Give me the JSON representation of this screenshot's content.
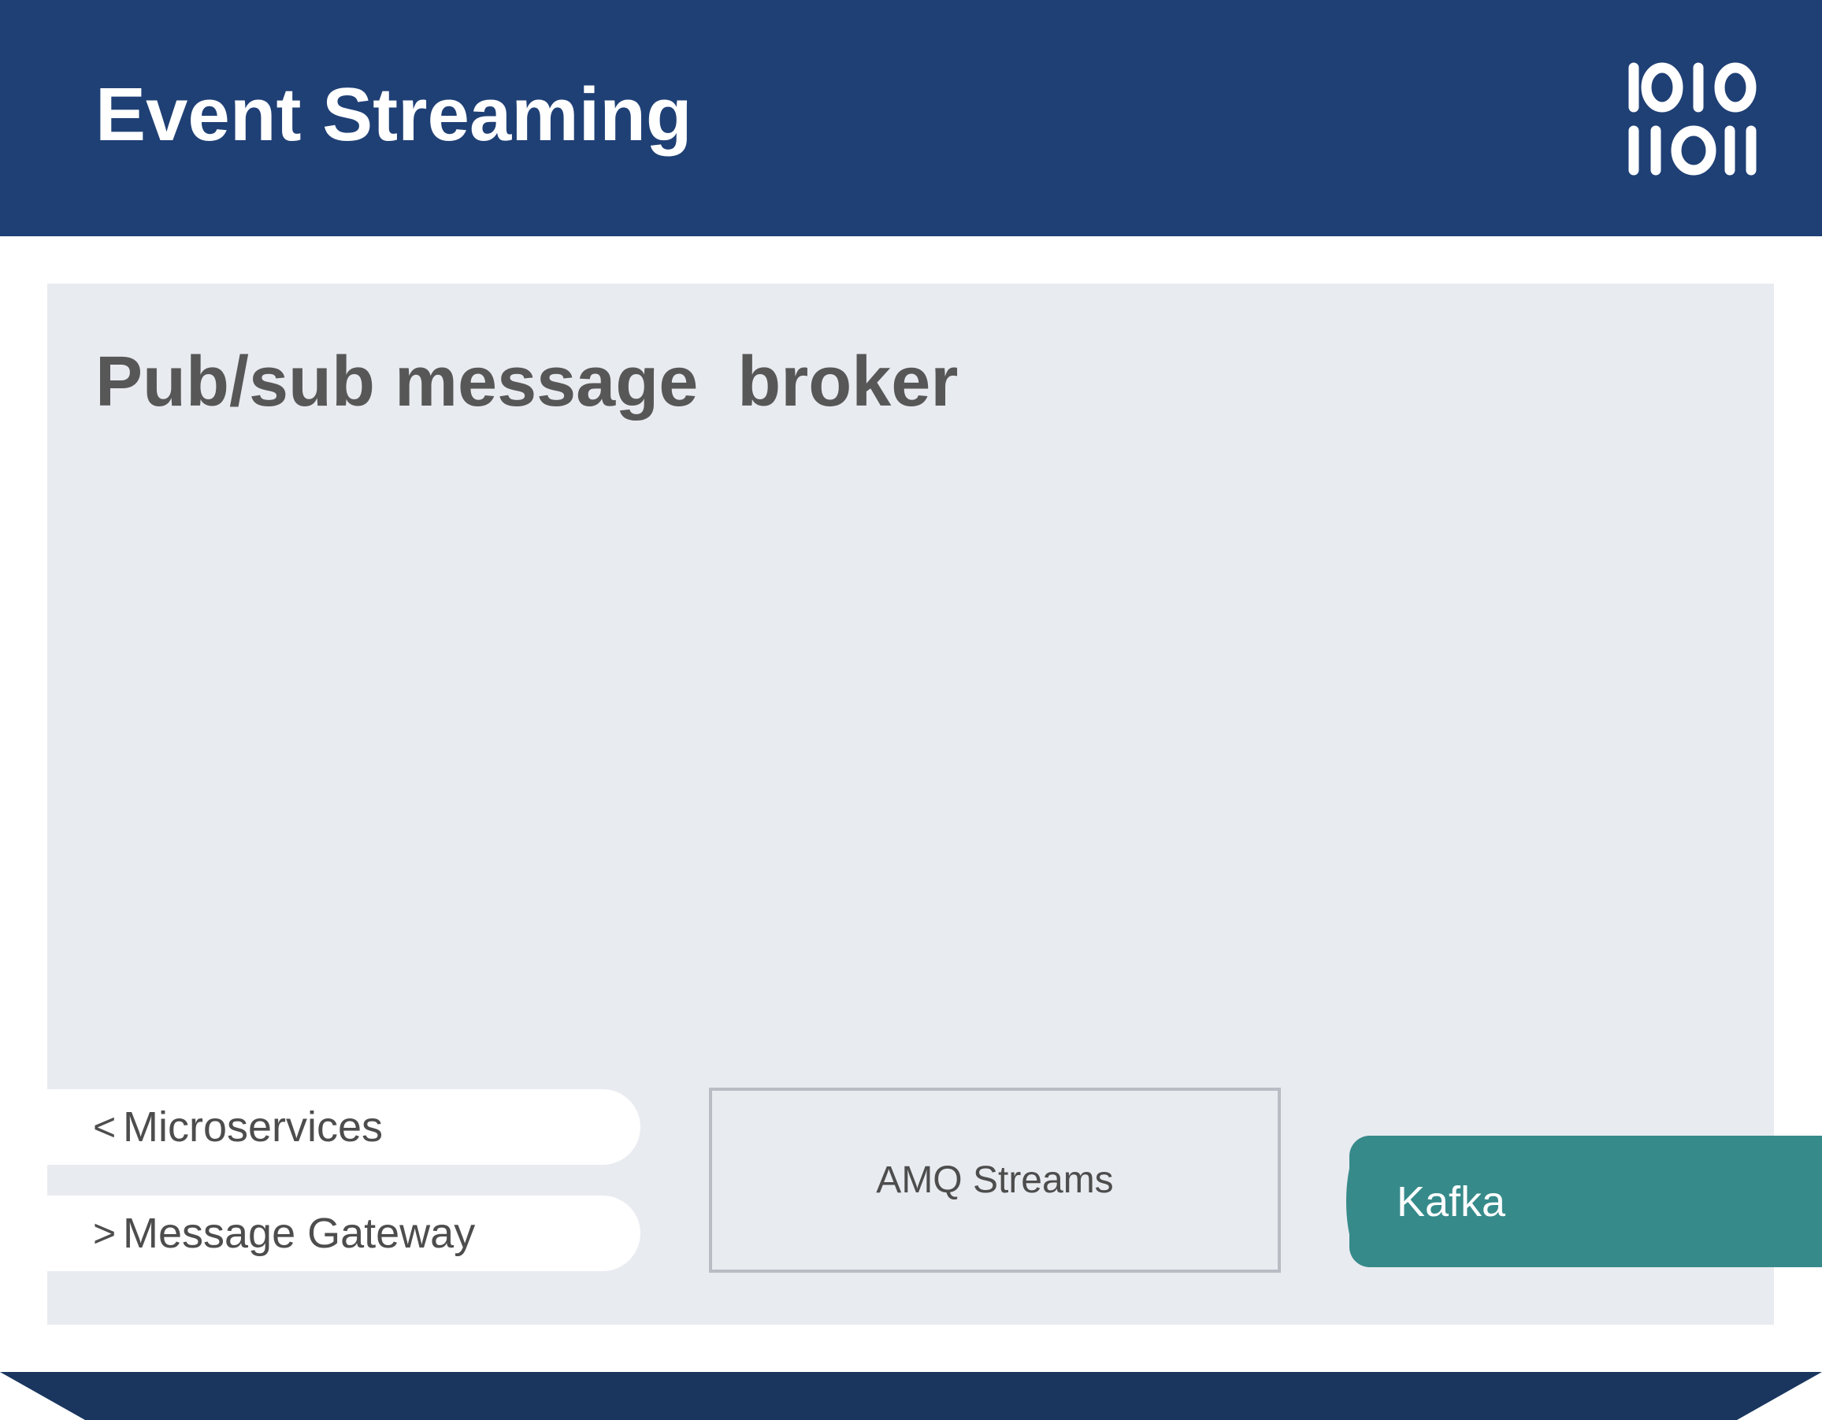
{
  "header": {
    "title": "Event Streaming",
    "icon": "binary-icon",
    "background": "#1f4075"
  },
  "panel": {
    "title": "Pub/sub message  broker",
    "background": "#e8ebf0"
  },
  "nav": {
    "previous_chevron": "<",
    "previous_label": "Microservices",
    "next_chevron": ">",
    "next_label": "Message Gateway"
  },
  "components": {
    "amq_label": "AMQ Streams",
    "kafka_label": "Kafka",
    "kafka_color": "#378a8a"
  },
  "footer": {
    "color": "#1a365f"
  }
}
